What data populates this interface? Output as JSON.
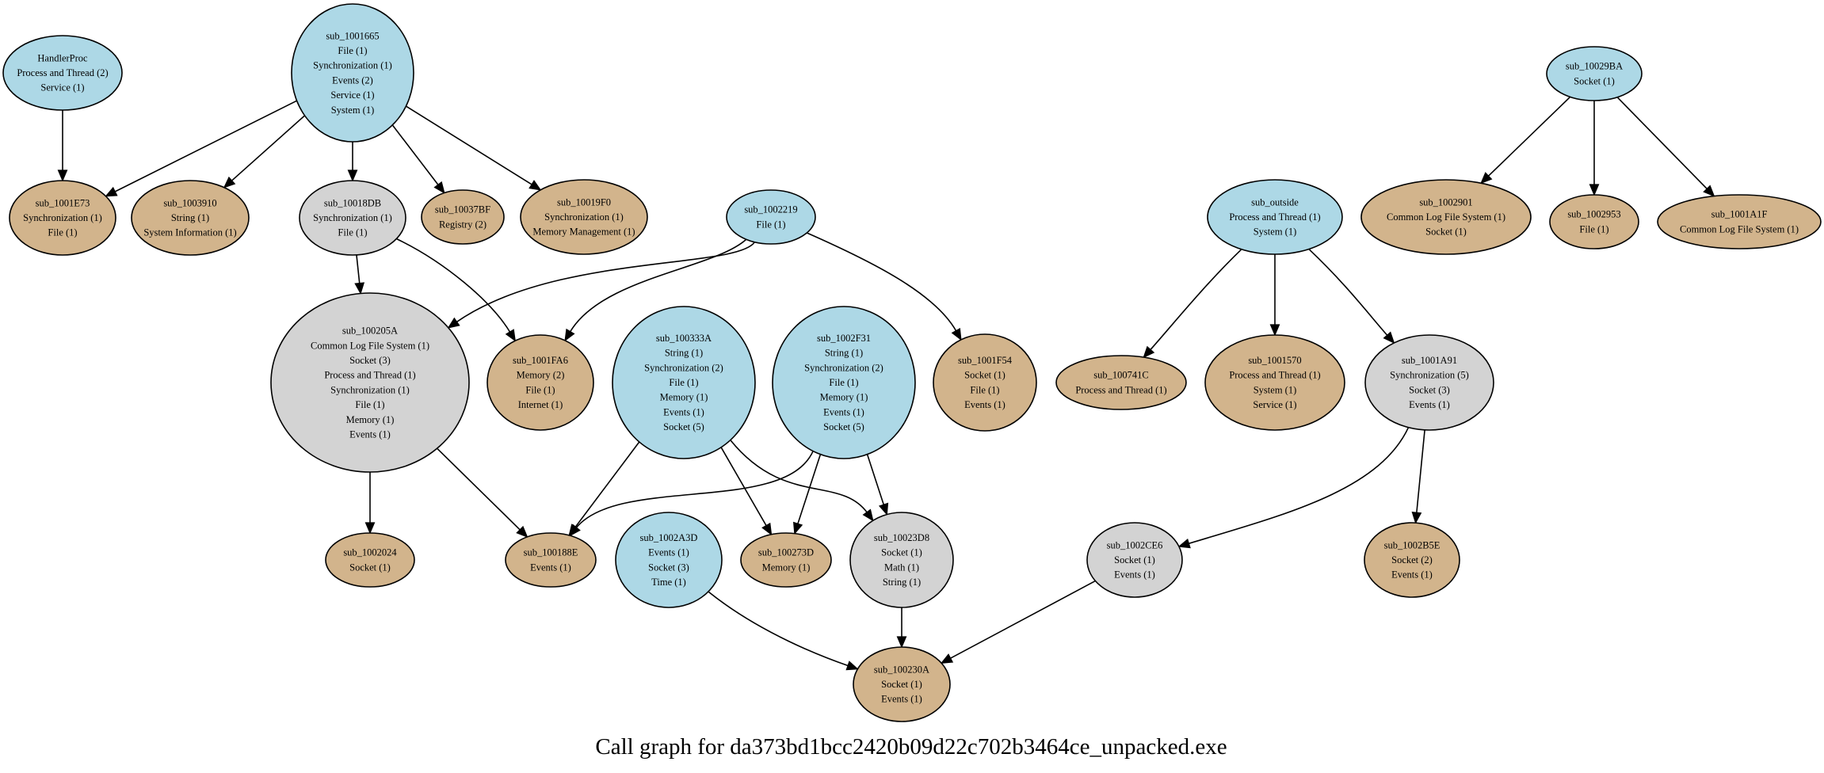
{
  "title": "Call graph for da373bd1bcc2420b09d22c702b3464ce_unpacked.exe",
  "colors": {
    "entry": "#add8e6",
    "leaf": "#d2b48c",
    "internal": "#d3d3d3",
    "edge": "#000000"
  },
  "nodes": [
    {
      "id": "HandlerProc",
      "kind": "entry",
      "lines": [
        "HandlerProc",
        "Process and Thread (2)",
        "Service (1)"
      ]
    },
    {
      "id": "sub_1001665",
      "kind": "entry",
      "lines": [
        "sub_1001665",
        "File (1)",
        "Synchronization (1)",
        "Events (2)",
        "Service (1)",
        "System (1)"
      ]
    },
    {
      "id": "sub_1001E73",
      "kind": "leaf",
      "lines": [
        "sub_1001E73",
        "Synchronization (1)",
        "File (1)"
      ]
    },
    {
      "id": "sub_1003910",
      "kind": "leaf",
      "lines": [
        "sub_1003910",
        "String (1)",
        "System Information (1)"
      ]
    },
    {
      "id": "sub_10018DB",
      "kind": "internal",
      "lines": [
        "sub_10018DB",
        "Synchronization (1)",
        "File (1)"
      ]
    },
    {
      "id": "sub_10037BF",
      "kind": "leaf",
      "lines": [
        "sub_10037BF",
        "Registry (2)"
      ]
    },
    {
      "id": "sub_10019F0",
      "kind": "leaf",
      "lines": [
        "sub_10019F0",
        "Synchronization (1)",
        "Memory Management (1)"
      ]
    },
    {
      "id": "sub_1002219",
      "kind": "entry",
      "lines": [
        "sub_1002219",
        "File (1)"
      ]
    },
    {
      "id": "sub_100205A",
      "kind": "internal",
      "lines": [
        "sub_100205A",
        "Common Log File System (1)",
        "Socket (3)",
        "Process and Thread (1)",
        "Synchronization (1)",
        "File (1)",
        "Memory (1)",
        "Events (1)"
      ]
    },
    {
      "id": "sub_1001FA6",
      "kind": "leaf",
      "lines": [
        "sub_1001FA6",
        "Memory (2)",
        "File (1)",
        "Internet (1)"
      ]
    },
    {
      "id": "sub_100333A",
      "kind": "entry",
      "lines": [
        "sub_100333A",
        "String (1)",
        "Synchronization (2)",
        "File (1)",
        "Memory (1)",
        "Events (1)",
        "Socket (5)"
      ]
    },
    {
      "id": "sub_1002F31",
      "kind": "entry",
      "lines": [
        "sub_1002F31",
        "String (1)",
        "Synchronization (2)",
        "File (1)",
        "Memory (1)",
        "Events (1)",
        "Socket (5)"
      ]
    },
    {
      "id": "sub_1001F54",
      "kind": "leaf",
      "lines": [
        "sub_1001F54",
        "Socket (1)",
        "File (1)",
        "Events (1)"
      ]
    },
    {
      "id": "sub_outside",
      "kind": "entry",
      "lines": [
        "sub_outside",
        "Process and Thread (1)",
        "System (1)"
      ]
    },
    {
      "id": "sub_100741C",
      "kind": "leaf",
      "lines": [
        "sub_100741C",
        "Process and Thread (1)"
      ]
    },
    {
      "id": "sub_1001570",
      "kind": "leaf",
      "lines": [
        "sub_1001570",
        "Process and Thread (1)",
        "System (1)",
        "Service (1)"
      ]
    },
    {
      "id": "sub_1001A91",
      "kind": "internal",
      "lines": [
        "sub_1001A91",
        "Synchronization (5)",
        "Socket (3)",
        "Events (1)"
      ]
    },
    {
      "id": "sub_10029BA",
      "kind": "entry",
      "lines": [
        "sub_10029BA",
        "Socket (1)"
      ]
    },
    {
      "id": "sub_1002901",
      "kind": "leaf",
      "lines": [
        "sub_1002901",
        "Common Log File System (1)",
        "Socket (1)"
      ]
    },
    {
      "id": "sub_1002953",
      "kind": "leaf",
      "lines": [
        "sub_1002953",
        "File (1)"
      ]
    },
    {
      "id": "sub_1001A1F",
      "kind": "leaf",
      "lines": [
        "sub_1001A1F",
        "Common Log File System (1)"
      ]
    },
    {
      "id": "sub_1002024",
      "kind": "leaf",
      "lines": [
        "sub_1002024",
        "Socket (1)"
      ]
    },
    {
      "id": "sub_100188E",
      "kind": "leaf",
      "lines": [
        "sub_100188E",
        "Events (1)"
      ]
    },
    {
      "id": "sub_1002A3D",
      "kind": "entry",
      "lines": [
        "sub_1002A3D",
        "Events (1)",
        "Socket (3)",
        "Time (1)"
      ]
    },
    {
      "id": "sub_100273D",
      "kind": "leaf",
      "lines": [
        "sub_100273D",
        "Memory (1)"
      ]
    },
    {
      "id": "sub_10023D8",
      "kind": "internal",
      "lines": [
        "sub_10023D8",
        "Socket (1)",
        "Math (1)",
        "String (1)"
      ]
    },
    {
      "id": "sub_1002CE6",
      "kind": "internal",
      "lines": [
        "sub_1002CE6",
        "Socket (1)",
        "Events (1)"
      ]
    },
    {
      "id": "sub_1002B5E",
      "kind": "leaf",
      "lines": [
        "sub_1002B5E",
        "Socket (2)",
        "Events (1)"
      ]
    },
    {
      "id": "sub_100230A",
      "kind": "leaf",
      "lines": [
        "sub_100230A",
        "Socket (1)",
        "Events (1)"
      ]
    }
  ],
  "edges": [
    {
      "from": "HandlerProc",
      "to": "sub_1001E73"
    },
    {
      "from": "sub_1001665",
      "to": "sub_1001E73"
    },
    {
      "from": "sub_1001665",
      "to": "sub_1003910"
    },
    {
      "from": "sub_1001665",
      "to": "sub_10018DB"
    },
    {
      "from": "sub_1001665",
      "to": "sub_10037BF"
    },
    {
      "from": "sub_1001665",
      "to": "sub_10019F0"
    },
    {
      "from": "sub_10018DB",
      "to": "sub_100205A"
    },
    {
      "from": "sub_10018DB",
      "to": "sub_1001FA6"
    },
    {
      "from": "sub_1002219",
      "to": "sub_100205A"
    },
    {
      "from": "sub_1002219",
      "to": "sub_1001FA6"
    },
    {
      "from": "sub_1002219",
      "to": "sub_1001F54"
    },
    {
      "from": "sub_100205A",
      "to": "sub_1002024"
    },
    {
      "from": "sub_100205A",
      "to": "sub_100188E"
    },
    {
      "from": "sub_100333A",
      "to": "sub_100188E"
    },
    {
      "from": "sub_100333A",
      "to": "sub_100273D"
    },
    {
      "from": "sub_100333A",
      "to": "sub_10023D8"
    },
    {
      "from": "sub_1002F31",
      "to": "sub_100188E"
    },
    {
      "from": "sub_1002F31",
      "to": "sub_100273D"
    },
    {
      "from": "sub_1002F31",
      "to": "sub_10023D8"
    },
    {
      "from": "sub_1002A3D",
      "to": "sub_100230A"
    },
    {
      "from": "sub_10023D8",
      "to": "sub_100230A"
    },
    {
      "from": "sub_1002CE6",
      "to": "sub_100230A"
    },
    {
      "from": "sub_outside",
      "to": "sub_100741C"
    },
    {
      "from": "sub_outside",
      "to": "sub_1001570"
    },
    {
      "from": "sub_outside",
      "to": "sub_1001A91"
    },
    {
      "from": "sub_1001A91",
      "to": "sub_1002CE6"
    },
    {
      "from": "sub_1001A91",
      "to": "sub_1002B5E"
    },
    {
      "from": "sub_10029BA",
      "to": "sub_1002901"
    },
    {
      "from": "sub_10029BA",
      "to": "sub_1002953"
    },
    {
      "from": "sub_10029BA",
      "to": "sub_1001A1F"
    }
  ]
}
